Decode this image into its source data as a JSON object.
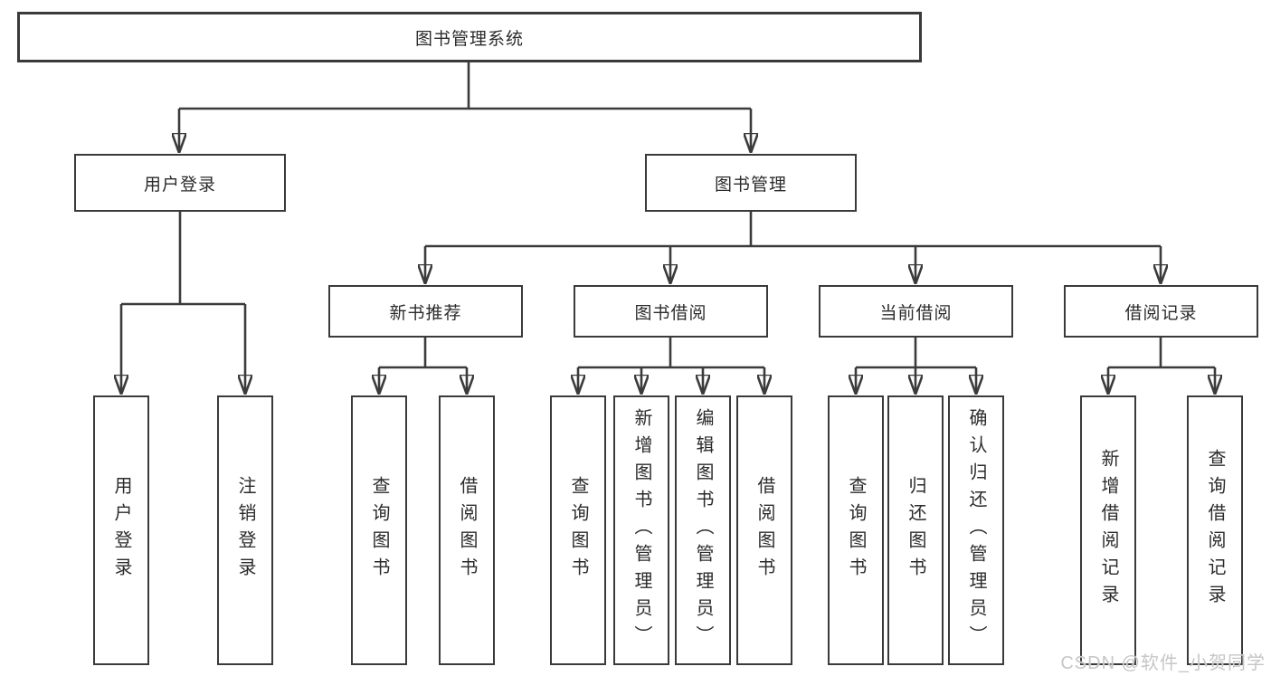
{
  "diagram": {
    "root": {
      "label": "图书管理系统"
    },
    "branches": [
      {
        "label": "用户登录",
        "children": [
          {
            "label": "用户登录"
          },
          {
            "label": "注销登录"
          }
        ]
      },
      {
        "label": "图书管理",
        "groups": [
          {
            "label": "新书推荐",
            "children": [
              {
                "label": "查询图书"
              },
              {
                "label": "借阅图书"
              }
            ]
          },
          {
            "label": "图书借阅",
            "children": [
              {
                "label": "查询图书"
              },
              {
                "label": "新增图书（管理员）"
              },
              {
                "label": "编辑图书（管理员）"
              },
              {
                "label": "借阅图书"
              }
            ]
          },
          {
            "label": "当前借阅",
            "children": [
              {
                "label": "查询图书"
              },
              {
                "label": "归还图书"
              },
              {
                "label": "确认归还（管理员）"
              }
            ]
          },
          {
            "label": "借阅记录",
            "children": [
              {
                "label": "新增借阅记录"
              },
              {
                "label": "查询借阅记录"
              }
            ]
          }
        ]
      }
    ]
  },
  "watermark": {
    "text": "CSDN @软件_小贺同学"
  },
  "colors": {
    "line": "#3b3b3b",
    "box_border": "#3a3a3a",
    "text": "#2b2b2b",
    "background": "#ffffff",
    "watermark": "#c6c6c6"
  }
}
